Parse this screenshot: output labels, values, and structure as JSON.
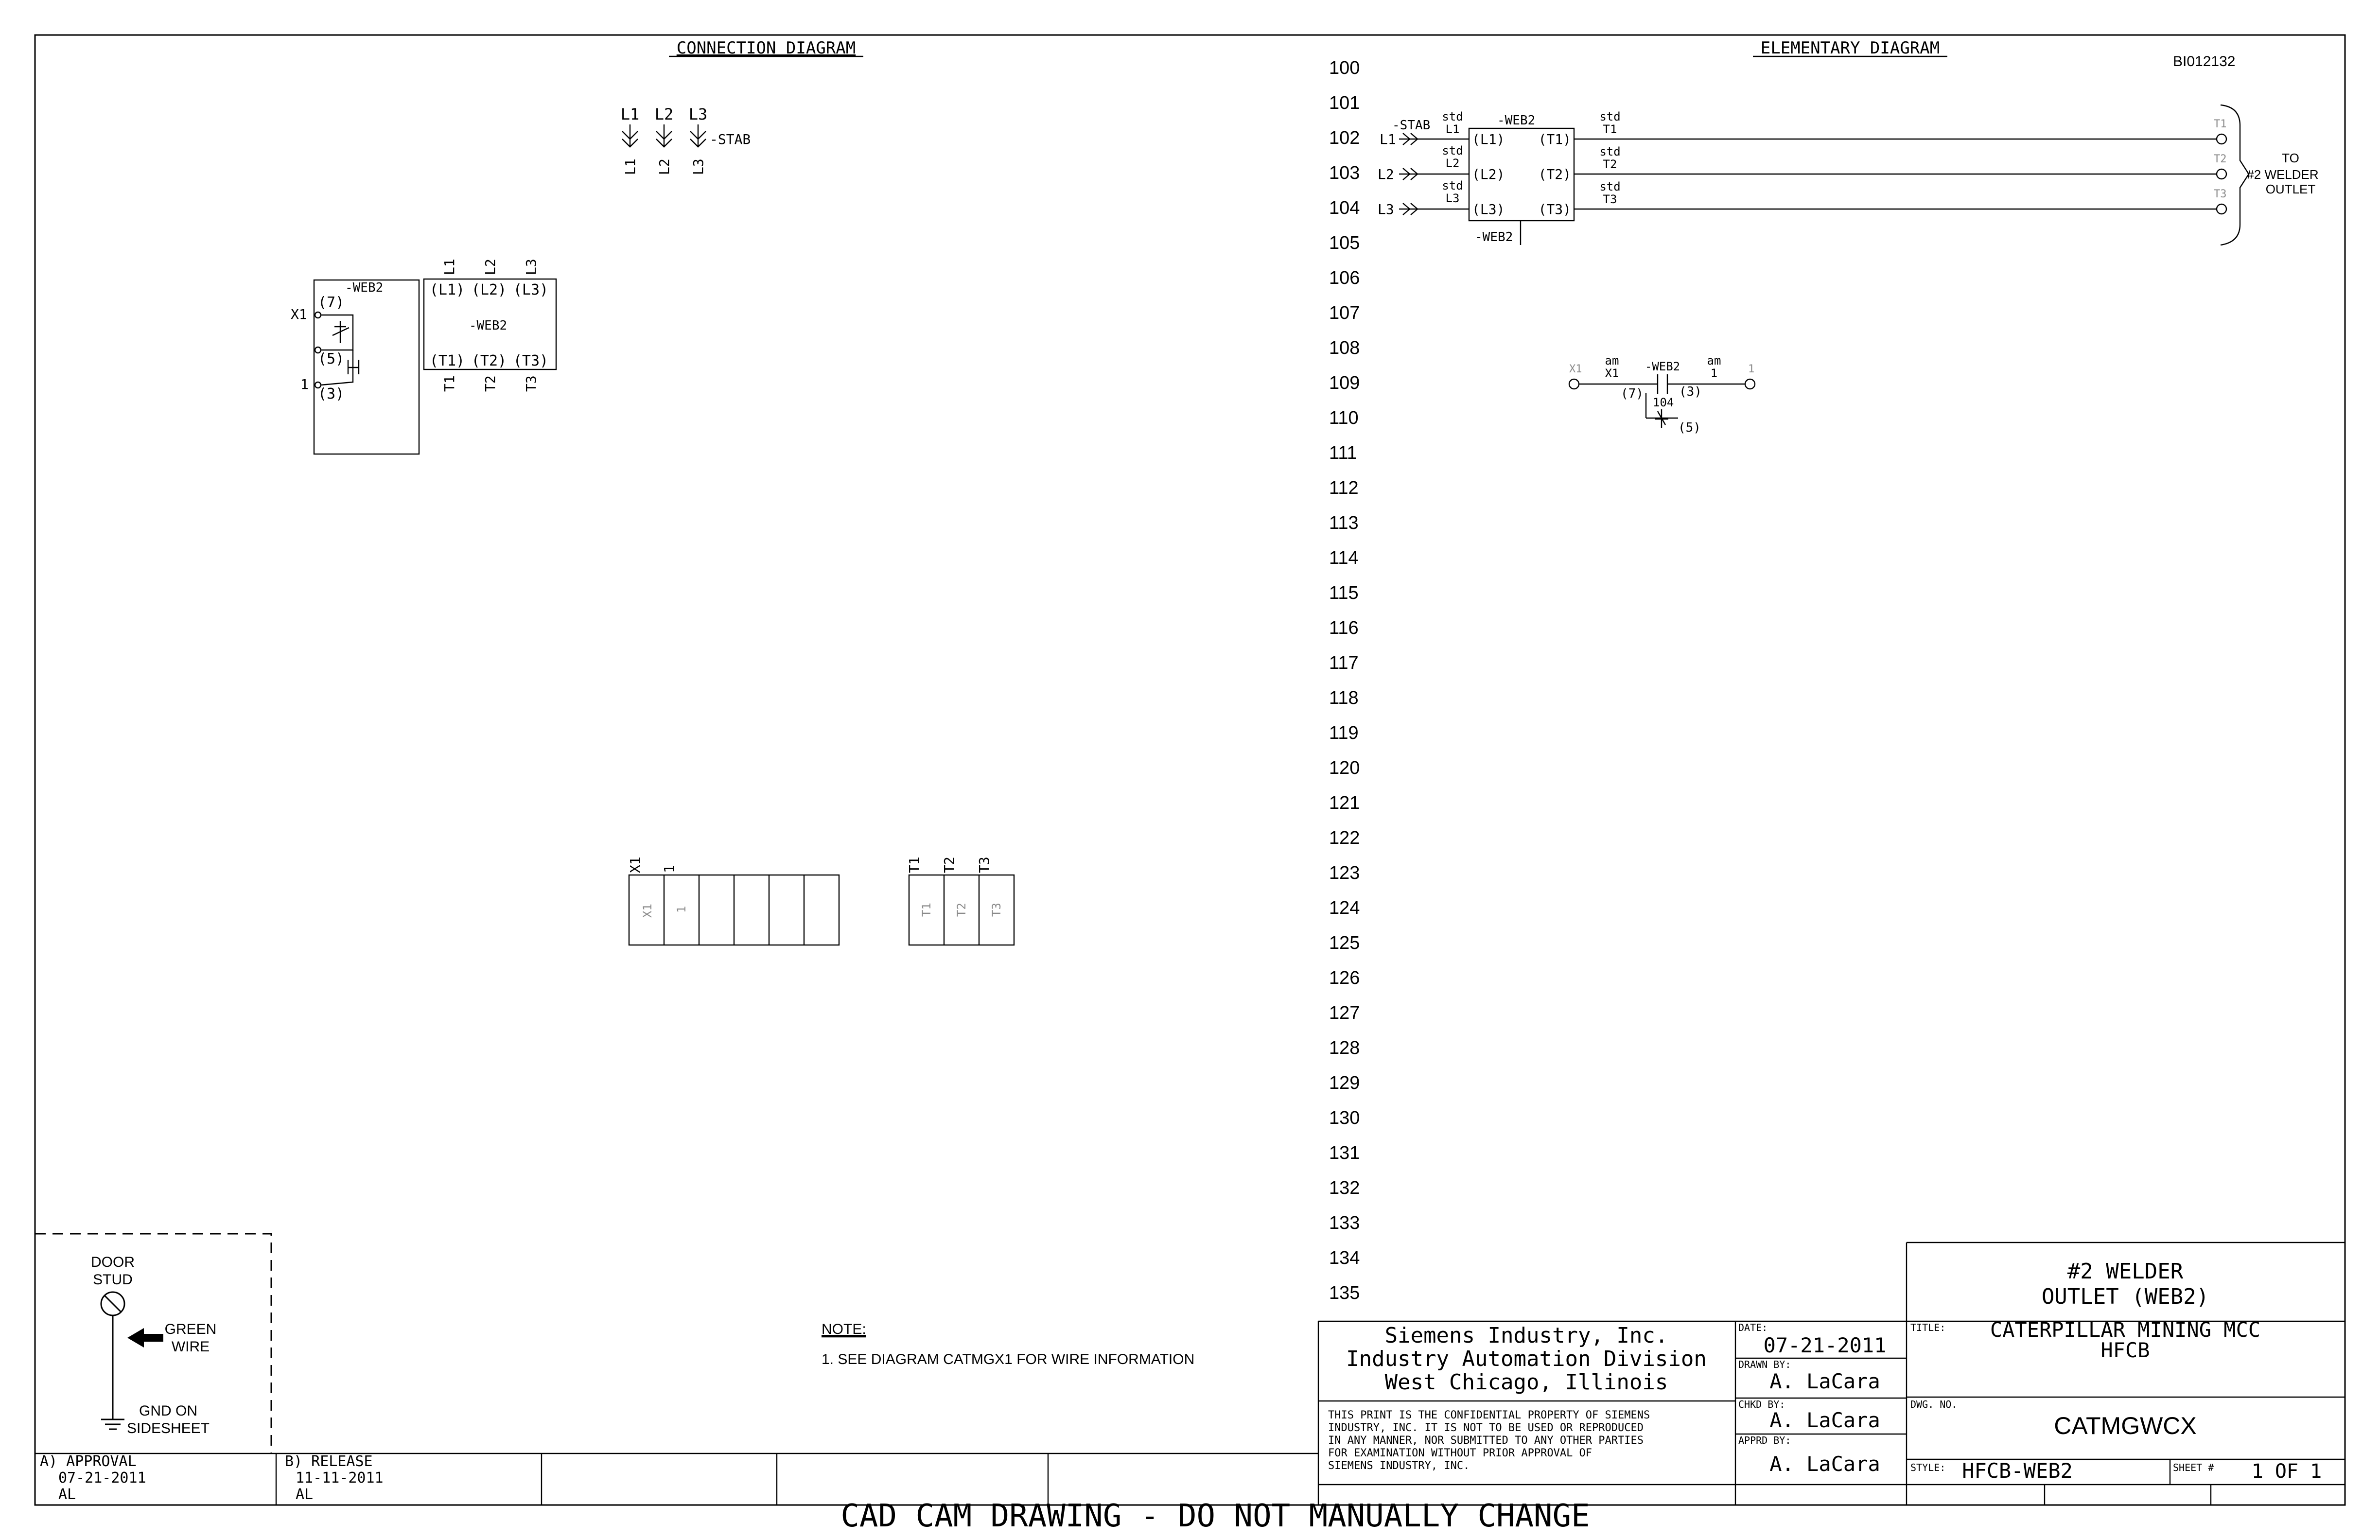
{
  "header": {
    "connection_title": "CONNECTION DIAGRAM",
    "elementary_title": "ELEMENTARY DIAGRAM",
    "doc_code": "BI012132"
  },
  "rungs": [
    "100",
    "101",
    "102",
    "103",
    "104",
    "105",
    "106",
    "107",
    "108",
    "109",
    "110",
    "111",
    "112",
    "113",
    "114",
    "115",
    "116",
    "117",
    "118",
    "119",
    "120",
    "121",
    "122",
    "123",
    "124",
    "125",
    "126",
    "127",
    "128",
    "129",
    "130",
    "131",
    "132",
    "133",
    "134",
    "135"
  ],
  "connection": {
    "supply_labels": [
      "L1",
      "L2",
      "L3"
    ],
    "stab_tag": "-STAB",
    "device_tag": "-WEB2",
    "aux_pins": [
      "(7)",
      "(5)",
      "(3)"
    ],
    "aux_terminals": [
      "X1",
      "1"
    ],
    "line_pins": [
      "(L1)",
      "(L2)",
      "(L3)"
    ],
    "load_pins": [
      "(T1)",
      "(T2)",
      "(T3)"
    ],
    "line_vlabels": [
      "L1",
      "L2",
      "L3"
    ],
    "load_vlabels": [
      "T1",
      "T2",
      "T3"
    ],
    "tb1_top": [
      "X1",
      "1"
    ],
    "tb1_cells": [
      "X1",
      "1"
    ],
    "tb2_top": [
      "T1",
      "T2",
      "T3"
    ],
    "tb2_cells": [
      "T1",
      "T2",
      "T3"
    ]
  },
  "elementary": {
    "stab_tag": "-STAB",
    "device_tag": "-WEB2",
    "std": "std",
    "inputs": [
      "L1",
      "L2",
      "L3"
    ],
    "in_wires": [
      "L1",
      "L2",
      "L3"
    ],
    "out_wires": [
      "T1",
      "T2",
      "T3"
    ],
    "line_pins": [
      "(L1)",
      "(L2)",
      "(L3)"
    ],
    "load_pins": [
      "(T1)",
      "(T2)",
      "(T3)"
    ],
    "device_bottom_tag": "-WEB2",
    "outputs_gray": [
      "T1",
      "T2",
      "T3"
    ],
    "outlet_label": [
      "TO",
      "#2  WELDER",
      "OUTLET"
    ],
    "aux": {
      "left_gray": "X1",
      "right_gray": "1",
      "left_wire_gauge": "am",
      "left_wire": "X1",
      "right_wire_gauge": "am",
      "right_wire": "1",
      "device_tag": "-WEB2",
      "pin_left": "(7)",
      "pin_right": "(3)",
      "pin_bottom": "(5)",
      "ref": "104"
    }
  },
  "ground": {
    "door_stud": [
      "DOOR",
      "STUD"
    ],
    "green_wire": [
      "GREEN",
      "WIRE"
    ],
    "gnd": [
      "GND ON",
      "SIDESHEET"
    ]
  },
  "note": {
    "heading": "NOTE:",
    "text": "1. SEE DIAGRAM CATMGX1 FOR WIRE INFORMATION"
  },
  "revisions": [
    {
      "label": "A) APPROVAL",
      "date": "07-21-2011",
      "by": "AL"
    },
    {
      "label": "B) RELEASE",
      "date": "11-11-2011",
      "by": "AL"
    }
  ],
  "title_block": {
    "company": [
      "Siemens Industry, Inc.",
      "Industry Automation Division",
      "West Chicago, Illinois"
    ],
    "confidential": [
      "THIS PRINT IS THE CONFIDENTIAL PROPERTY OF SIEMENS",
      "INDUSTRY, INC.  IT IS NOT TO BE USED OR REPRODUCED",
      "IN ANY MANNER, NOR SUBMITTED TO ANY OTHER PARTIES",
      "FOR EXAMINATION WITHOUT PRIOR APPROVAL OF",
      "SIEMENS INDUSTRY, INC."
    ],
    "date_label": "DATE:",
    "date": "07-21-2011",
    "drawn_label": "DRAWN BY:",
    "drawn": "A. LaCara",
    "chkd_label": "CHKD BY:",
    "chkd": "A. LaCara",
    "apprd_label": "APPRD BY:",
    "apprd": "A. LaCara",
    "main_title": [
      "#2 WELDER",
      "OUTLET (WEB2)"
    ],
    "title_label": "TITLE:",
    "title": [
      "CATERPILLAR MINING MCC",
      "HFCB"
    ],
    "dwg_label": "DWG. NO.",
    "dwg": "CATMGWCX",
    "style_label": "STYLE:",
    "style": "HFCB-WEB2",
    "sheet_label": "SHEET #",
    "sheet": "1 OF 1"
  },
  "footer": "CAD CAM DRAWING - DO NOT MANUALLY CHANGE"
}
